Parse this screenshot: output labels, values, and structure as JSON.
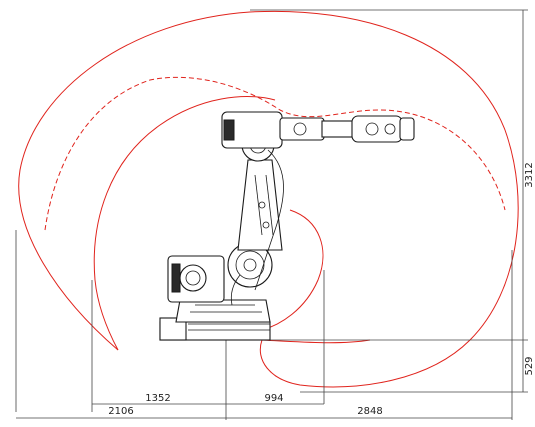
{
  "diagram": {
    "dimensions": {
      "total_height": "3312",
      "base_height": "529",
      "reach_back": "2106",
      "reach_back_inner": "1352",
      "reach_front_inner": "994",
      "reach_front": "2848"
    },
    "colors": {
      "envelope": "#e0231c",
      "dimension_lines": "#444444",
      "robot_outline": "#1a1a1a"
    }
  }
}
